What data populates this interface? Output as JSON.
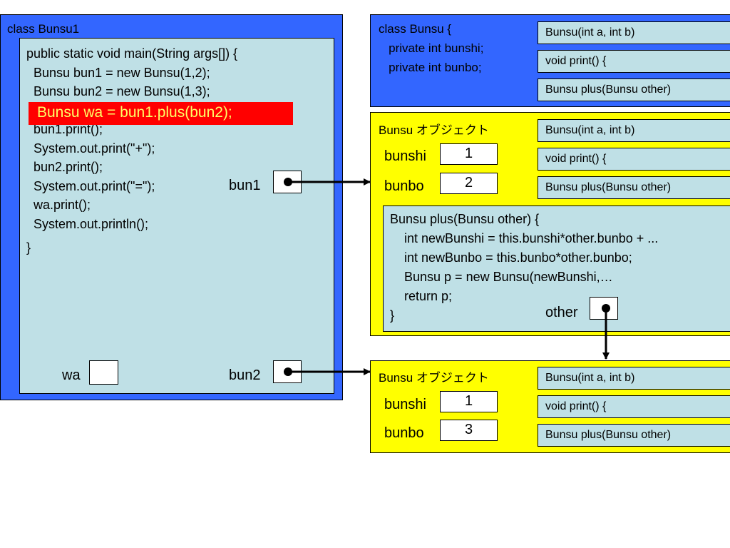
{
  "main_class": {
    "title": "class Bunsu1",
    "code_lines": [
      "public static void main(String args[]) {",
      "  Bunsu bun1 = new Bunsu(1,2);",
      "  Bunsu bun2 = new Bunsu(1,3);",
      "  Bunsu wa = bun1.plus(bun2);",
      "  bun1.print();",
      "  System.out.print(\"+\");",
      "  bun2.print();",
      "  System.out.print(\"=\");",
      "  wa.print();",
      "  System.out.println();",
      "}"
    ],
    "highlighted_line": "Bunsu wa = bun1.plus(bun2);",
    "highlight_color": "#ff0000",
    "highlight_text_color": "#ffff66",
    "var_bun1": "bun1",
    "var_bun2": "bun2",
    "var_wa": "wa"
  },
  "class_def": {
    "lines": [
      "class Bunsu {",
      "   private int bunshi;",
      "   private int bunbo;"
    ],
    "methods": [
      "Bunsu(int a, int b)",
      "void print() {",
      "Bunsu plus(Bunsu other)"
    ]
  },
  "object1": {
    "title": "Bunsu オブジェクト",
    "field1_label": "bunshi",
    "field1_value": "1",
    "field2_label": "bunbo",
    "field2_value": "2",
    "methods": [
      "Bunsu(int a, int b)",
      "void print() {",
      "Bunsu plus(Bunsu other)"
    ],
    "plus_code": [
      "Bunsu plus(Bunsu other) {",
      "    int newBunshi = this.bunshi*other.bunbo + ...",
      "    int newBunbo = this.bunbo*other.bunbo;",
      "    Bunsu p = new Bunsu(newBunshi,…",
      "    return p;",
      "}"
    ],
    "other_label": "other"
  },
  "object2": {
    "title": "Bunsu オブジェクト",
    "field1_label": "bunshi",
    "field1_value": "1",
    "field2_label": "bunbo",
    "field2_value": "3",
    "methods": [
      "Bunsu(int a, int b)",
      "void print() {",
      "Bunsu plus(Bunsu other)"
    ]
  },
  "colors": {
    "class_blue": "#3366ff",
    "object_yellow": "#ffff00",
    "panel_light": "#bfe0e6"
  }
}
